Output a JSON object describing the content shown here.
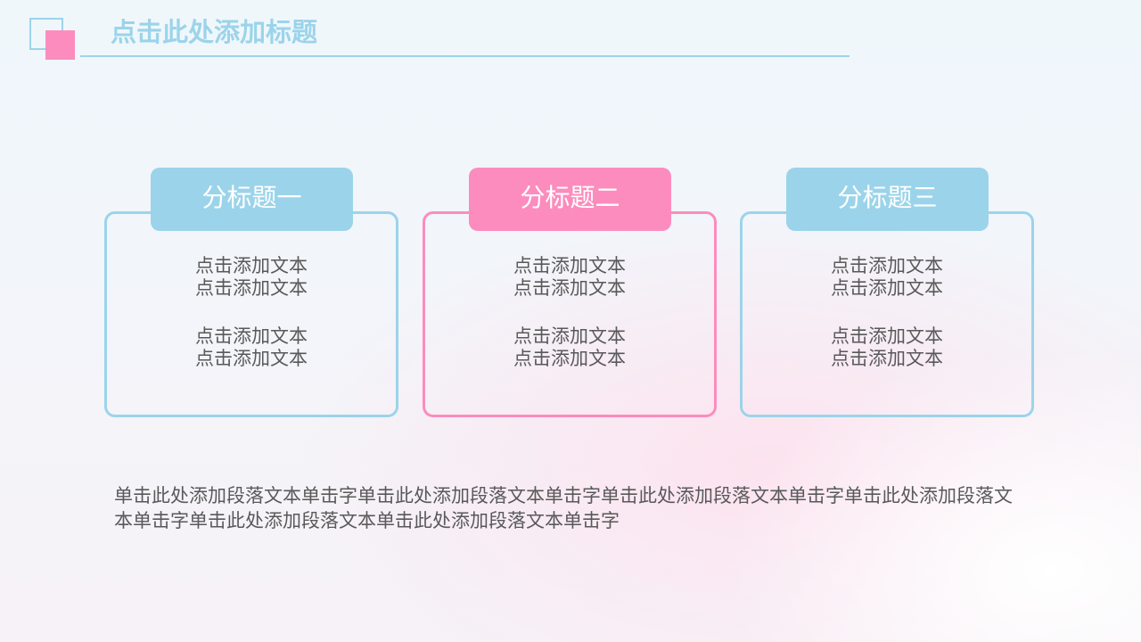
{
  "header": {
    "title": "点击此处添加标题",
    "accent_blue": "#9bd4ea",
    "accent_pink": "#fc8cbe"
  },
  "cards": [
    {
      "title": "分标题一",
      "color": "#9bd4ea",
      "lines": [
        "点击添加文本",
        "点击添加文本",
        "点击添加文本",
        "点击添加文本"
      ]
    },
    {
      "title": "分标题二",
      "color": "#fc8cbe",
      "lines": [
        "点击添加文本",
        "点击添加文本",
        "点击添加文本",
        "点击添加文本"
      ]
    },
    {
      "title": "分标题三",
      "color": "#9bd4ea",
      "lines": [
        "点击添加文本",
        "点击添加文本",
        "点击添加文本",
        "点击添加文本"
      ]
    }
  ],
  "paragraph": {
    "line1": "单击此处添加段落文本单击字单击此处添加段落文本单击字单击此处添加段落文本单击字单击此处添加段落文",
    "line2": "本单击字单击此处添加段落文本单击此处添加段落文本单击字"
  }
}
